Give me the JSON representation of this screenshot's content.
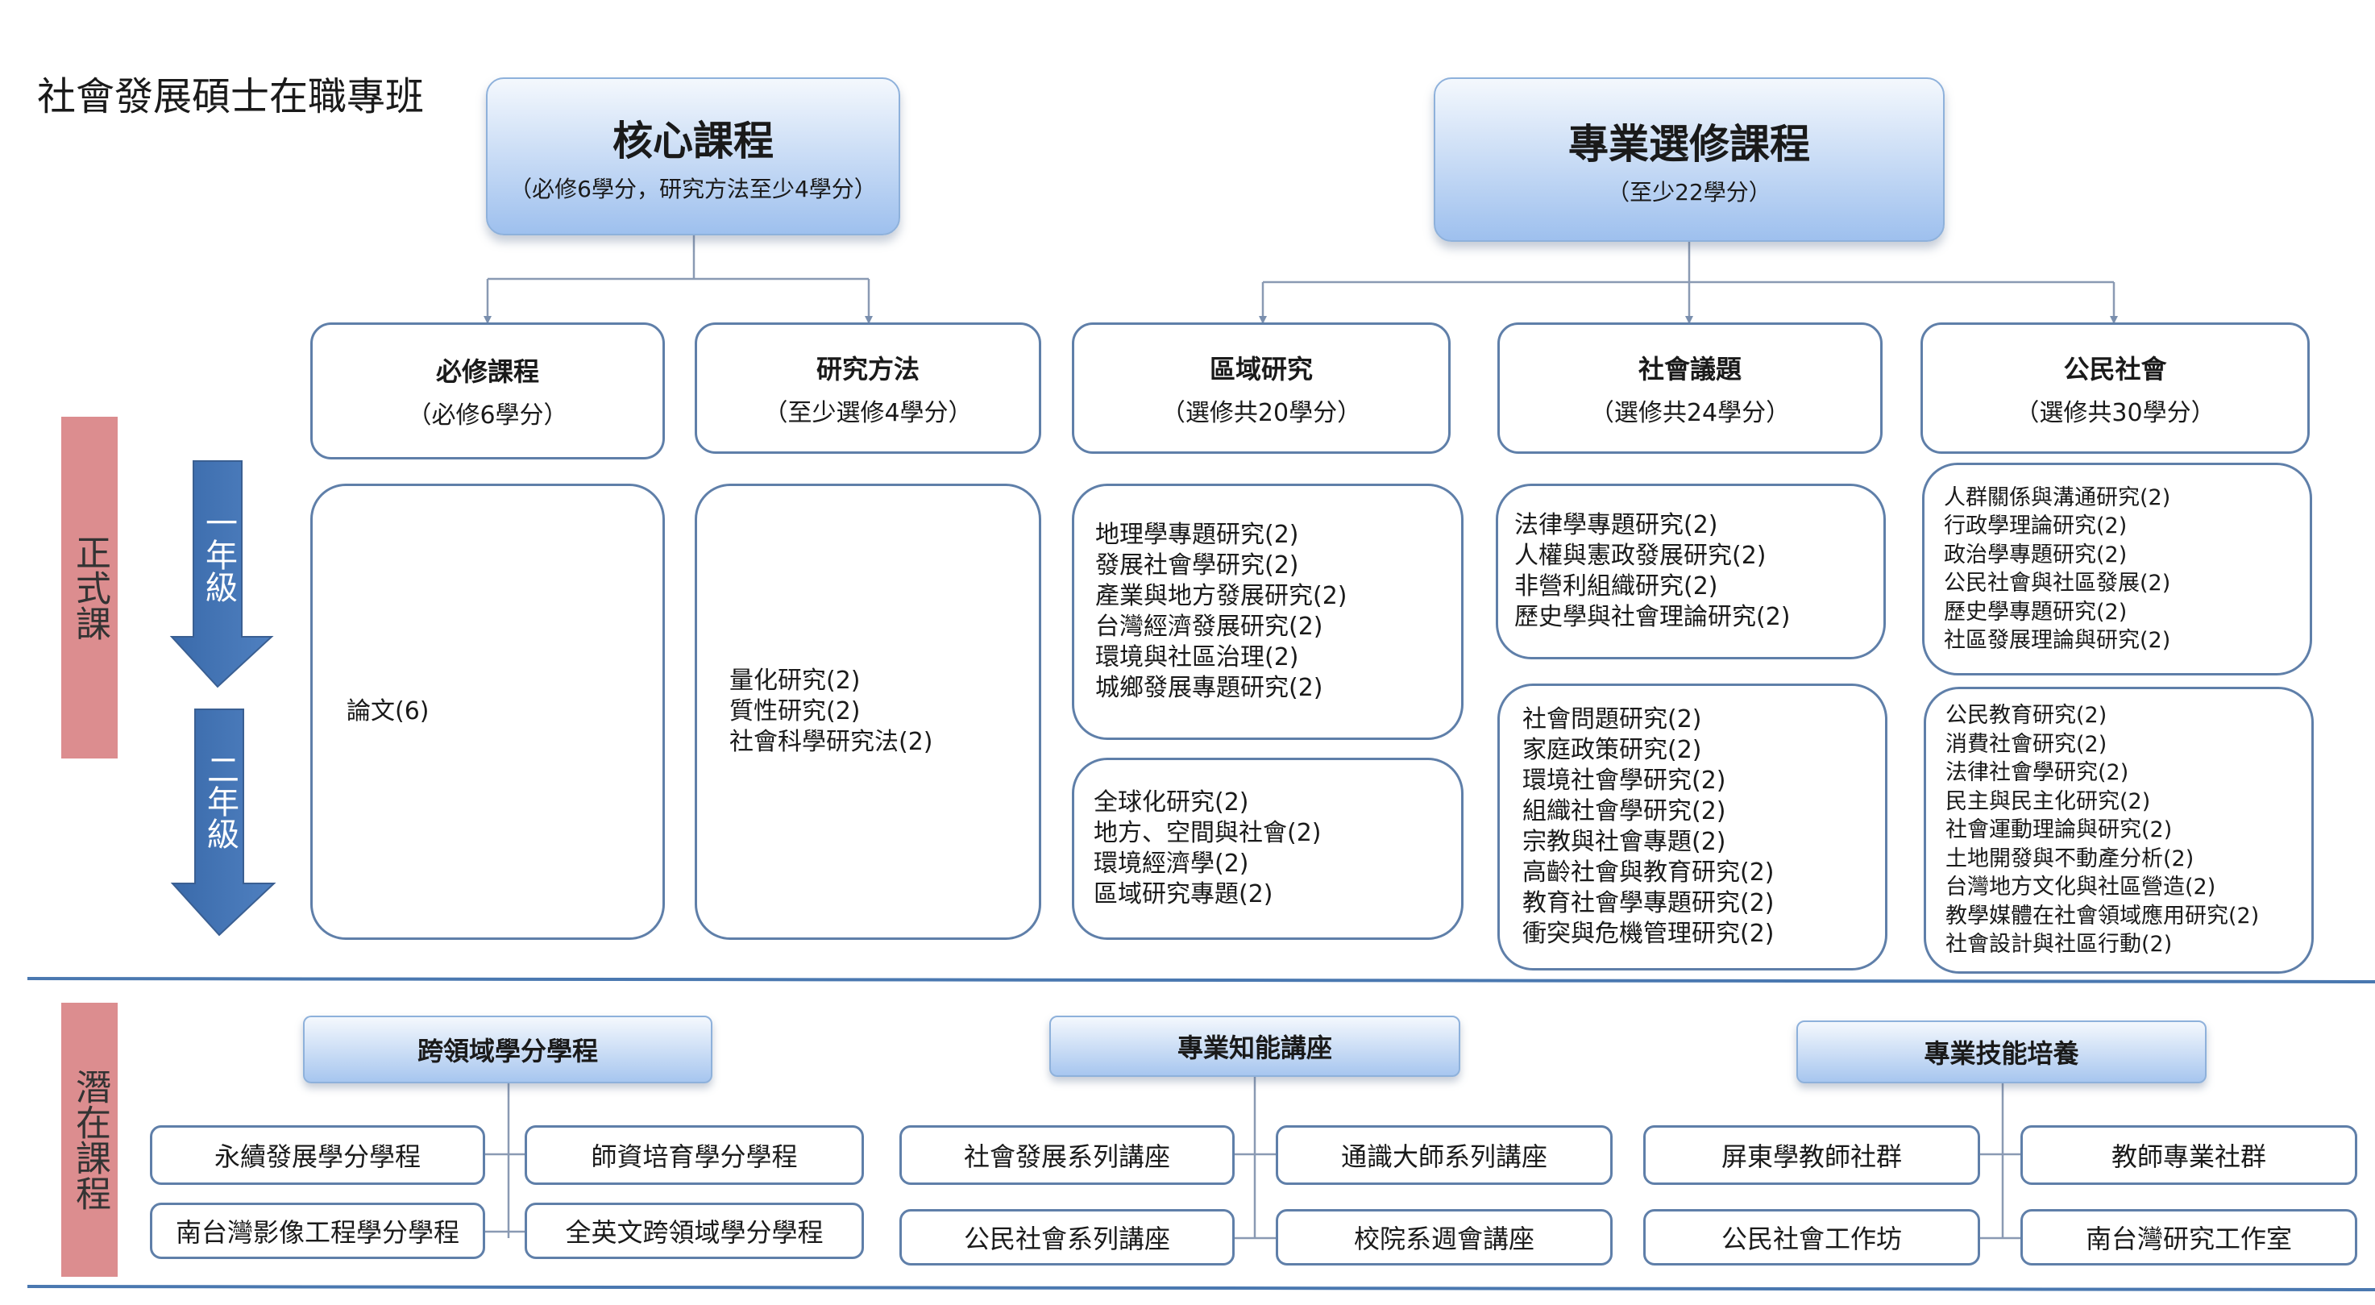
{
  "title": "社會發展碩士在職專班",
  "core": {
    "title": "核心課程",
    "sub": "（必修6學分，研究方法至少4學分）"
  },
  "elective": {
    "title": "專業選修課程",
    "sub": "（至少22學分）"
  },
  "side_labels": {
    "formal": "正式課",
    "latent": "潛在課程"
  },
  "grades": {
    "first": "一年級",
    "second": "二年級"
  },
  "categories": [
    {
      "title": "必修課程",
      "sub": "（必修6學分）"
    },
    {
      "title": "研究方法",
      "sub": "（至少選修4學分）"
    },
    {
      "title": "區域研究",
      "sub": "（選修共20學分）"
    },
    {
      "title": "社會議題",
      "sub": "（選修共24學分）"
    },
    {
      "title": "公民社會",
      "sub": "（選修共30學分）"
    }
  ],
  "courses": {
    "required": [
      "論文(6)"
    ],
    "methods": [
      "量化研究(2)",
      "質性研究(2)",
      "社會科學研究法(2)"
    ],
    "regional_1": [
      "地理學專題研究(2)",
      "發展社會學研究(2)",
      "產業與地方發展研究(2)",
      "台灣經濟發展研究(2)",
      "環境與社區治理(2)",
      "城鄉發展專題研究(2)"
    ],
    "regional_2": [
      "全球化研究(2)",
      "地方、空間與社會(2)",
      "環境經濟學(2)",
      "區域研究專題(2)"
    ],
    "social_1": [
      "法律學專題研究(2)",
      "人權與憲政發展研究(2)",
      "非營利組織研究(2)",
      "歷史學與社會理論研究(2)"
    ],
    "social_2": [
      "社會問題研究(2)",
      "家庭政策研究(2)",
      "環境社會學研究(2)",
      "組織社會學研究(2)",
      "宗教與社會專題(2)",
      "高齡社會與教育研究(2)",
      "教育社會學專題研究(2)",
      "衝突與危機管理研究(2)"
    ],
    "civil_1": [
      "人群關係與溝通研究(2)",
      "行政學理論研究(2)",
      "政治學專題研究(2)",
      "公民社會與社區發展(2)",
      "歷史學專題研究(2)",
      "社區發展理論與研究(2)"
    ],
    "civil_2": [
      "公民教育研究(2)",
      "消費社會研究(2)",
      "法律社會學研究(2)",
      "民主與民主化研究(2)",
      "社會運動理論與研究(2)",
      "土地開發與不動產分析(2)",
      "台灣地方文化與社區營造(2)",
      "教學媒體在社會領域應用研究(2)",
      "社會設計與社區行動(2)"
    ]
  },
  "latent_groups": [
    {
      "title": "跨領域學分學程",
      "items": [
        "永續發展學分學程",
        "師資培育學分學程",
        "南台灣影像工程學分學程",
        "全英文跨領域學分學程"
      ]
    },
    {
      "title": "專業知能講座",
      "items": [
        "社會發展系列講座",
        "通識大師系列講座",
        "公民社會系列講座",
        "校院系週會講座"
      ]
    },
    {
      "title": "專業技能培養",
      "items": [
        "屏東學教師社群",
        "教師專業社群",
        "公民社會工作坊",
        "南台灣研究工作室"
      ]
    }
  ]
}
